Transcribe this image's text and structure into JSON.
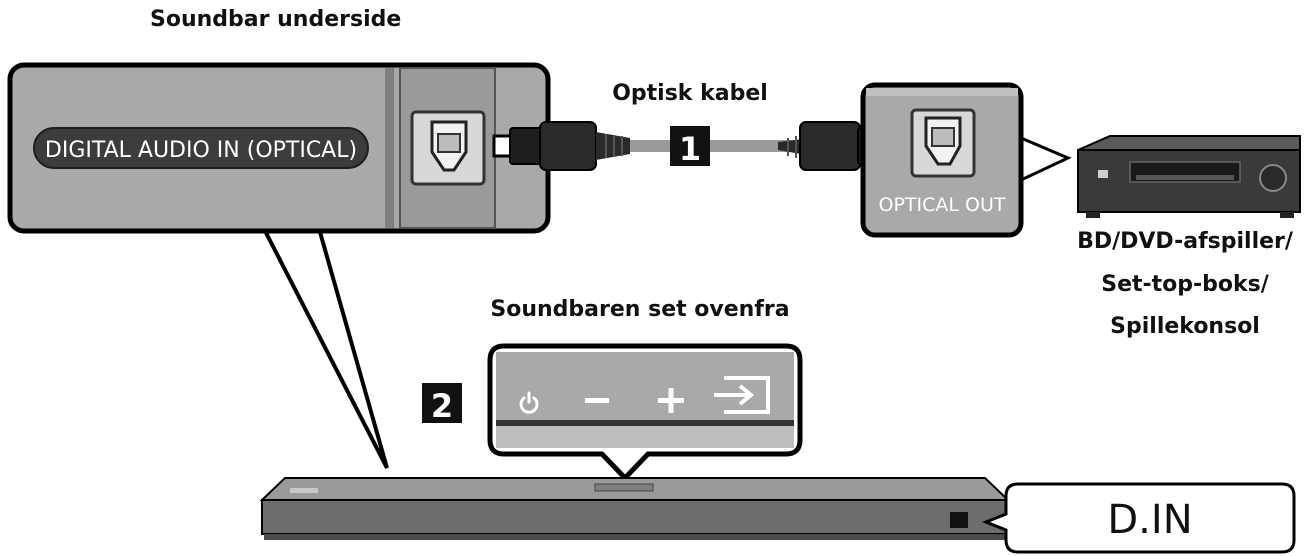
{
  "labels": {
    "underside_title": "Soundbar underside",
    "digital_audio_in": "DIGITAL AUDIO IN (OPTICAL)",
    "optical_cable": "Optisk kabel",
    "step1": "1",
    "optical_out": "OPTICAL OUT",
    "device_line1": "BD/DVD-afspiller/",
    "device_line2": "Set-top-boks/",
    "device_line3": "Spillekonsol",
    "top_view_title": "Soundbaren set ovenfra",
    "step2": "2",
    "display_text": "D.IN"
  },
  "icons": [
    "power-icon",
    "volume-down-icon",
    "volume-up-icon",
    "source-input-icon"
  ],
  "colors": {
    "panel_bg": "#a9a9a9",
    "outline": "#000000",
    "cable": "#7a7a7a",
    "soundbar": "#6d6d6d",
    "badge": "#111111"
  }
}
